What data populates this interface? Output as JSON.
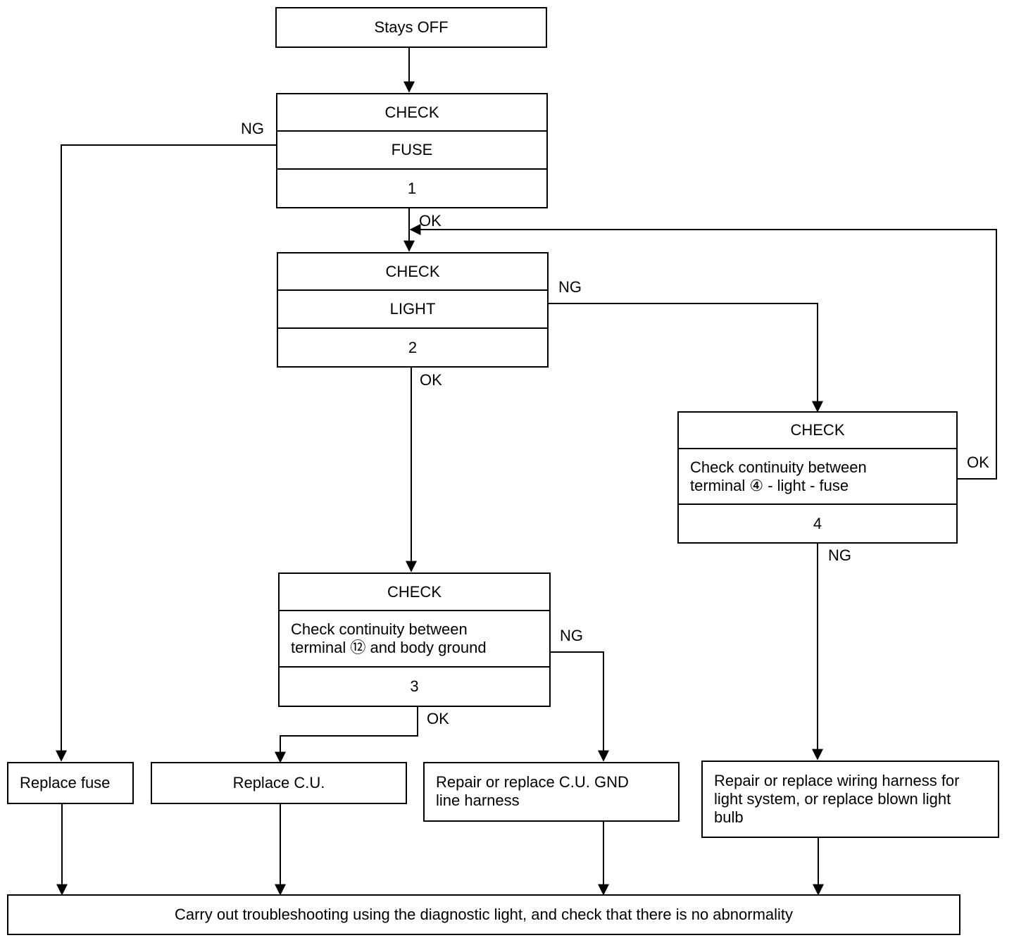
{
  "start": {
    "label": "Stays OFF"
  },
  "step1": {
    "header": "CHECK",
    "item": "FUSE",
    "number": "1"
  },
  "step2": {
    "header": "CHECK",
    "item": "LIGHT",
    "number": "2"
  },
  "step3": {
    "header": "CHECK",
    "item_line1": "Check continuity between",
    "item_line2": "terminal ⑫ and body ground",
    "number": "3"
  },
  "step4": {
    "header": "CHECK",
    "item_line1": "Check continuity between",
    "item_line2": "terminal ④ - light - fuse",
    "number": "4"
  },
  "actions": {
    "replace_fuse": "Replace fuse",
    "replace_cu": "Replace C.U.",
    "repair_gnd_line1": "Repair or replace C.U. GND",
    "repair_gnd_line2": "line harness",
    "repair_wiring_line1": "Repair or replace wiring harness for",
    "repair_wiring_line2": "light system, or replace blown light",
    "repair_wiring_line3": "bulb"
  },
  "final": {
    "label": "Carry out troubleshooting using the diagnostic light, and check that there is no abnormality"
  },
  "edge_labels": {
    "ok": "OK",
    "ng": "NG"
  }
}
